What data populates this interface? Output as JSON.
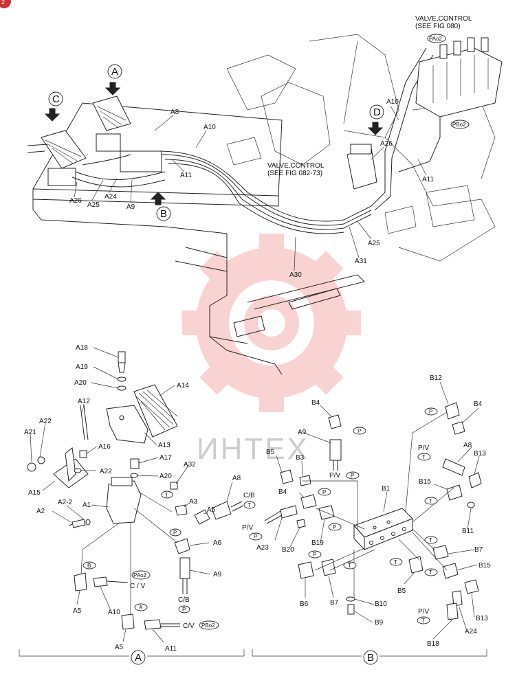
{
  "corner_badge": "2",
  "watermark": {
    "text": "ИНТЕХ",
    "color": "#e53935"
  },
  "notes": {
    "control_valve_1": [
      "VALVE,CONTROL",
      "(SEE FIG 080)"
    ],
    "control_valve_2": [
      "VALVE,CONTROL",
      "(SEE FIG 082-73)"
    ]
  },
  "view_markers": {
    "A": "A",
    "B": "B",
    "C": "C",
    "D": "D"
  },
  "port_tags": {
    "pa02": "PAo2",
    "pb02": "PBo2",
    "p": "P",
    "t": "T",
    "b": "B",
    "a": "A"
  },
  "callouts_top": {
    "a8": "A8",
    "a10": "A10",
    "a11": "A11",
    "a9": "A9",
    "a24": "A24",
    "a25": "A25",
    "a26": "A26",
    "a10r": "A10",
    "a11r": "A11",
    "a26r": "A26",
    "a25r": "A25",
    "a31": "A31",
    "a30": "A30"
  },
  "callouts_a": {
    "a18": "A18",
    "a19": "A19",
    "a20": "A20",
    "a14": "A14",
    "a12": "A12",
    "a22": "A22",
    "a21": "A21",
    "a16": "A16",
    "a13": "A13",
    "a17": "A17",
    "a15": "A15",
    "a22b": "A22",
    "a32": "A32",
    "a20b": "A20",
    "a3": "A3",
    "a5": "A5",
    "a8": "A8",
    "a1": "A1",
    "a2_2": "A2-2",
    "a2": "A2",
    "a6": "A6",
    "a9": "A9",
    "a5b": "A5",
    "a10": "A10",
    "a5c": "A5",
    "a11": "A11",
    "cb1": "C/B",
    "cb2": "C/B",
    "cv1": "C / V",
    "cv2": "C/V"
  },
  "callouts_b": {
    "b12": "B12",
    "b4": "B4",
    "b4b": "B4",
    "a9": "A9",
    "a8": "A8",
    "b13": "B13",
    "b5": "B5",
    "b3": "B3",
    "pv1": "P/V",
    "pv2": "P/V",
    "pv3": "P/V",
    "pv4": "P/V",
    "b15": "B15",
    "b1": "B1",
    "b4c": "B4",
    "b11": "B11",
    "a23": "A23",
    "b19": "B19",
    "b20": "B20",
    "b7": "B7",
    "b15b": "B15",
    "b5b": "B5",
    "b6": "B6",
    "b7b": "B7",
    "b10": "B10",
    "b9": "B9",
    "b13b": "B13",
    "a24": "A24",
    "b18": "B18"
  },
  "sections": {
    "a": "A",
    "b": "B"
  }
}
